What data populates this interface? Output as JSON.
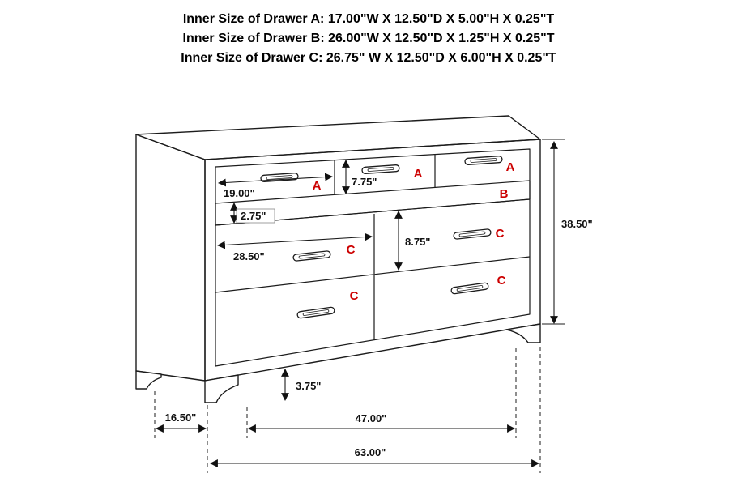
{
  "header": {
    "lines": [
      "Inner Size of Drawer A: 17.00\"W X 12.50\"D X 5.00\"H X 0.25\"T",
      "Inner Size of Drawer B: 26.00\"W X 12.50\"D X 1.25\"H X 0.25\"T",
      "Inner Size of Drawer C: 26.75\" W X 12.50\"D X 6.00\"H X 0.25\"T"
    ]
  },
  "colors": {
    "accent_red": "#cc0000",
    "line": "#1c1c1c",
    "background": "#ffffff"
  },
  "drawer_letters": {
    "a": "A",
    "b": "B",
    "c": "C"
  },
  "dimensions": {
    "drawer_a_width": "19.00\"",
    "drawer_a_front_height": "7.75\"",
    "drawer_b_front_height": "2.75\"",
    "drawer_c_width": "28.50\"",
    "drawer_c_front_height": "8.75\"",
    "overall_height": "38.50\"",
    "foot_height": "3.75\"",
    "overall_depth": "16.50\"",
    "leg_span": "47.00\"",
    "overall_width": "63.00\""
  }
}
